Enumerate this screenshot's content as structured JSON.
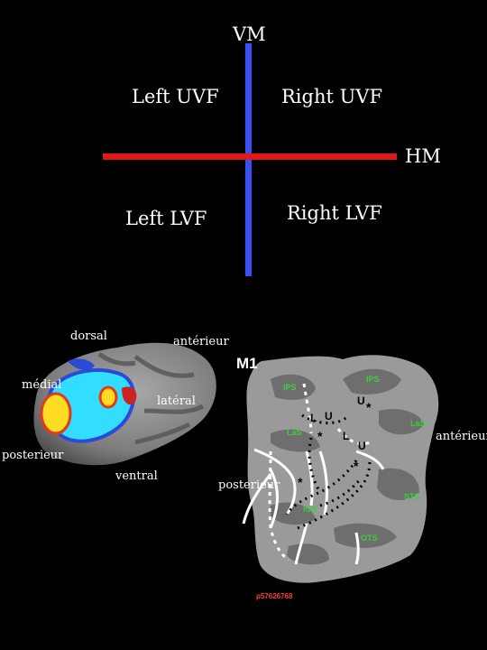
{
  "visual_field": {
    "vm_label": "VM",
    "hm_label": "HM",
    "left_uvf": "Left UVF",
    "right_uvf": "Right UVF",
    "left_lvf": "Left LVF",
    "right_lvf": "Right LVF",
    "vertical_meridian_color": "#3a4ff0",
    "horizontal_meridian_color": "#e01818"
  },
  "brain_3d": {
    "dorsal": "dorsal",
    "anterior": "antérieur",
    "medial": "médial",
    "lateral": "latéral",
    "posterior": "posterieur",
    "ventral": "ventral"
  },
  "flatmap": {
    "title": "M1",
    "anterior": "antérieur",
    "posterior": "posterieur",
    "regions": [
      "IPS",
      "IPS",
      "U",
      "L",
      "U",
      "LaS",
      "L",
      "U",
      "LaS",
      "STS",
      "IOS",
      "OTS"
    ],
    "image_id": "p57626768"
  }
}
